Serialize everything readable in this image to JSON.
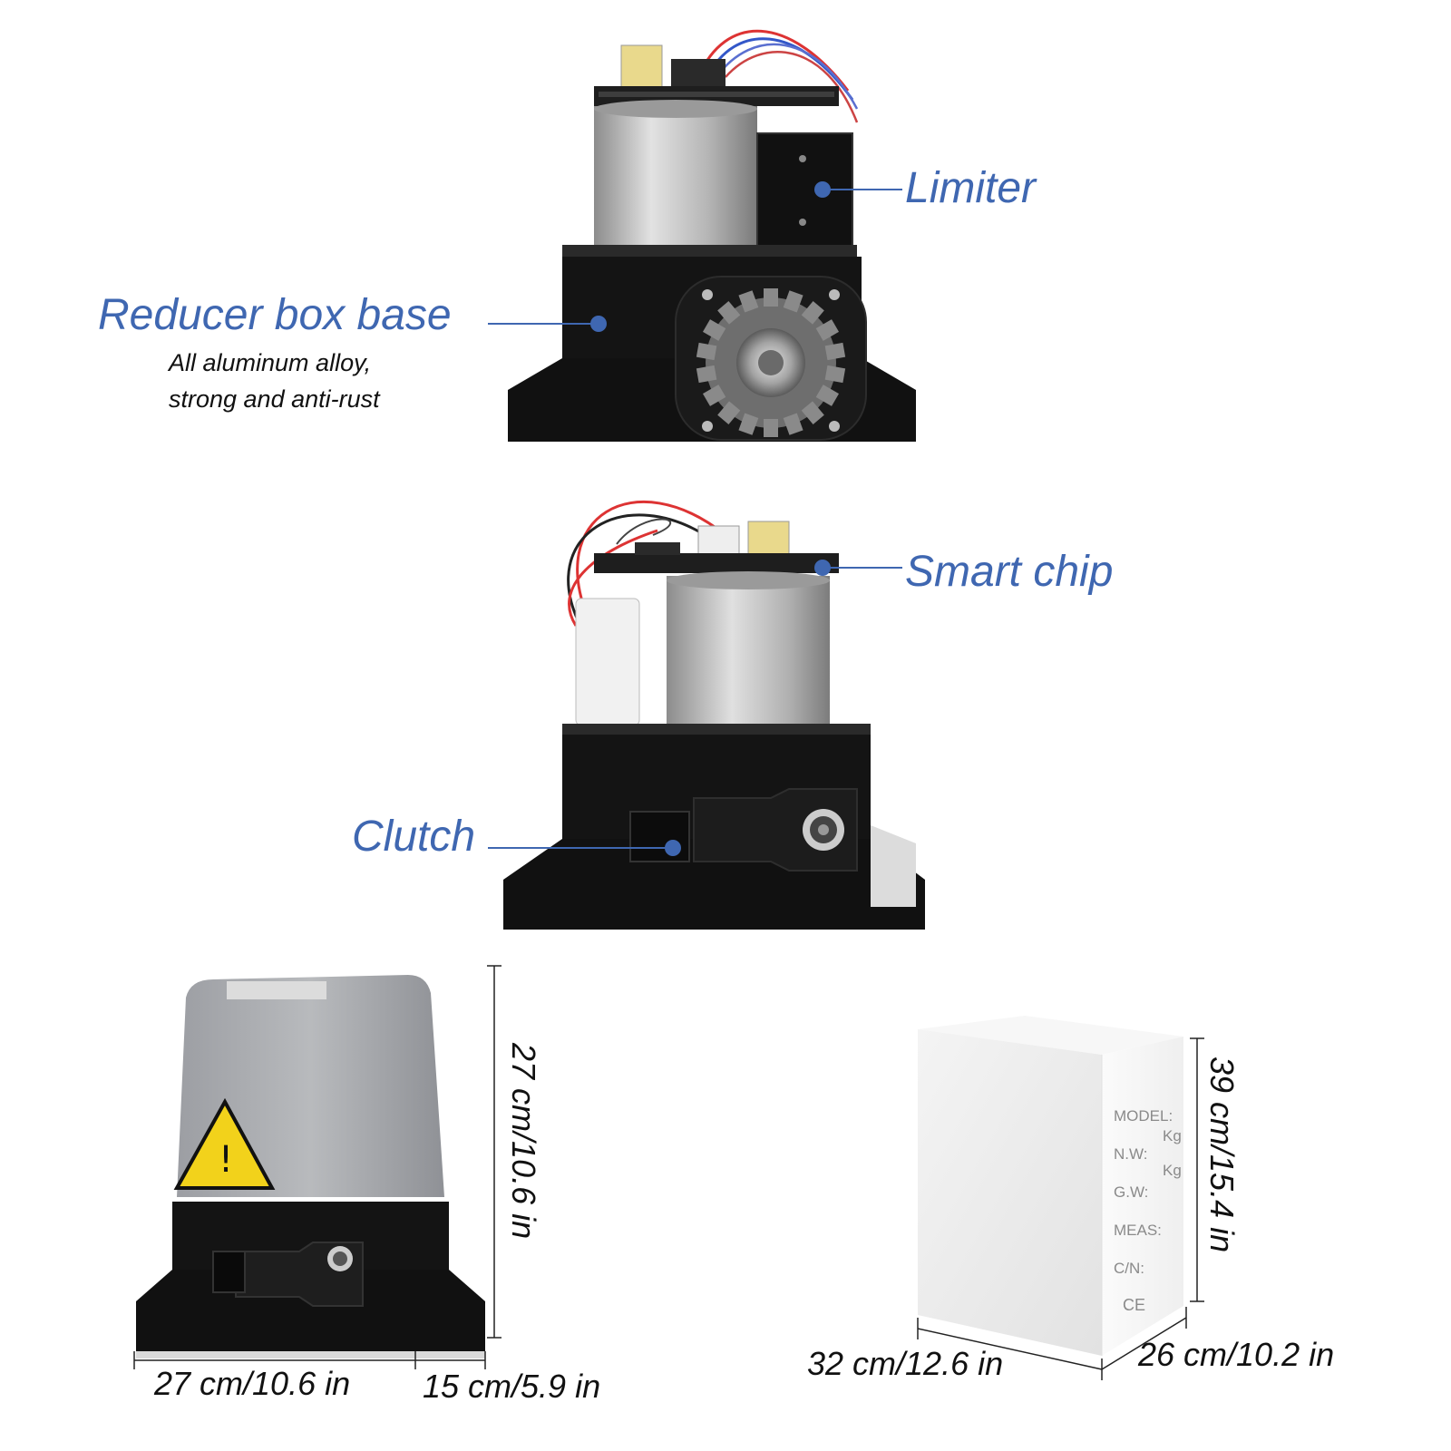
{
  "callouts": {
    "limiter": "Limiter",
    "reducer_box_base": "Reducer box base",
    "reducer_desc_line1": "All aluminum alloy,",
    "reducer_desc_line2": "strong and anti-rust",
    "smart_chip": "Smart chip",
    "clutch": "Clutch"
  },
  "dimensions": {
    "motor_height": "27 cm/10.6 in",
    "motor_width": "27 cm/10.6 in",
    "motor_depth": "15 cm/5.9 in",
    "box_height": "39 cm/15.4 in",
    "box_width": "32 cm/12.6 in",
    "box_depth": "26 cm/10.2 in"
  },
  "box_labels": [
    "MODEL:",
    "N.W:",
    "G.W:",
    "MEAS:",
    "C/N:"
  ],
  "box_units": [
    "Kg",
    "Kg"
  ],
  "box_mark": "CE",
  "colors": {
    "callout_blue": "#3f67b1",
    "housing_black": "#141414",
    "motor_silver": "#b8b8b8",
    "warning_yellow": "#f2d21b"
  }
}
